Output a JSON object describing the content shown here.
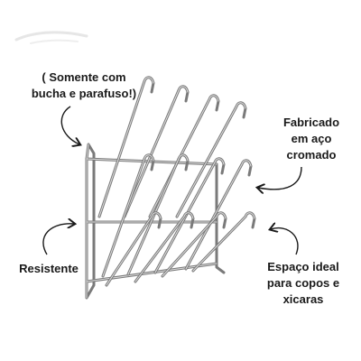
{
  "labels": {
    "mounting": [
      "( Somente com",
      "bucha e parafuso!)"
    ],
    "material": [
      "Fabricado",
      "em aço",
      "cromado"
    ],
    "strength": [
      "Resistente"
    ],
    "usage": [
      "Espaço ideal",
      "para  copos e",
      "xicaras"
    ]
  },
  "colors": {
    "text": "#1a1a1a",
    "arrow": "#1a1a1a",
    "chrome_dark": "#6b6b6b",
    "chrome_light": "#d9d9d9",
    "background": "#ffffff"
  },
  "icons": {
    "logo_mark": "swoosh-logo",
    "arrows": "curved-pointer-arrow",
    "product": "chrome-wall-cup-rack"
  }
}
